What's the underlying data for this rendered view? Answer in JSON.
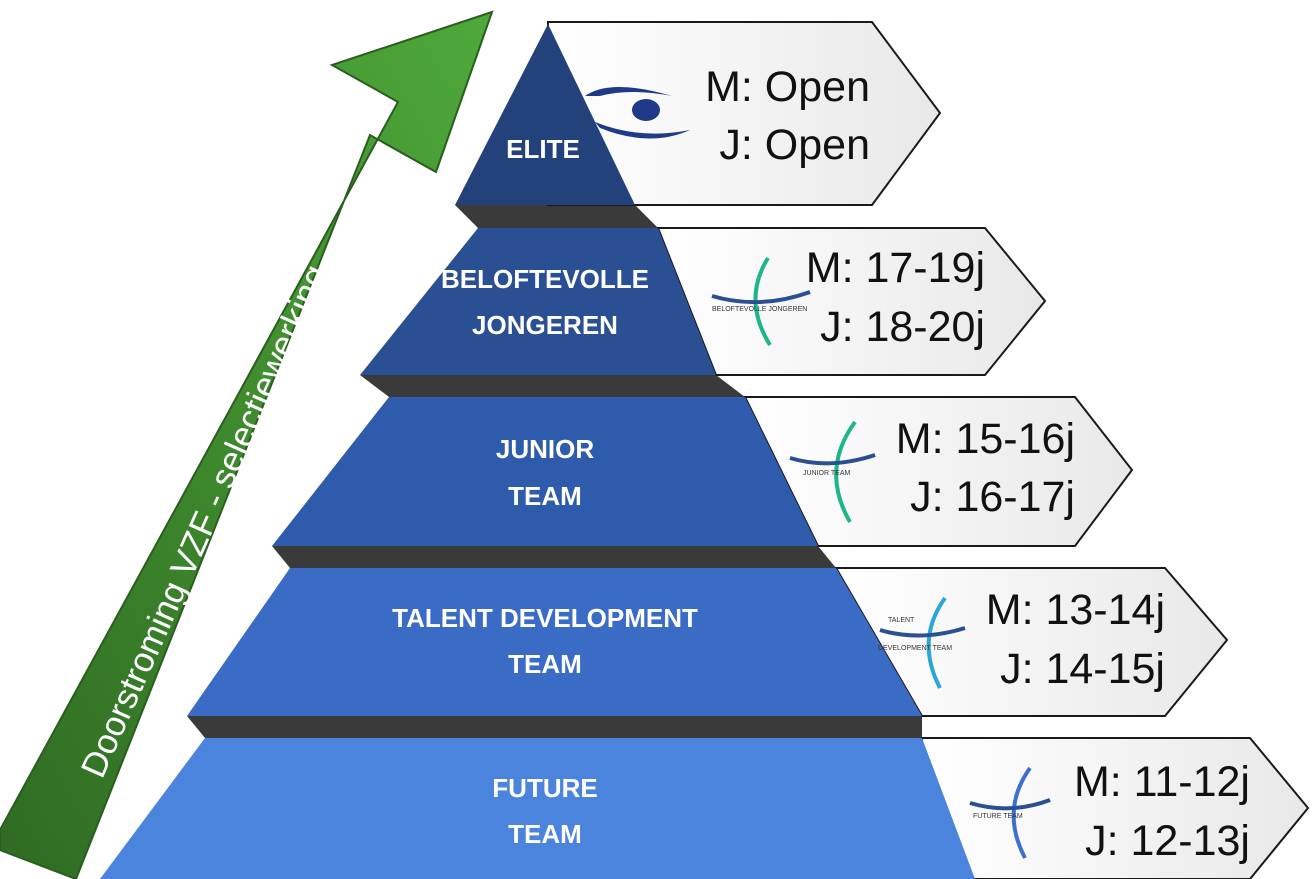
{
  "arrow": {
    "label": "Doorstroming VZF - selectiewerking",
    "color": "#3e8e2f"
  },
  "tiers": [
    {
      "id": "elite",
      "label_lines": [
        "ELITE"
      ],
      "ages": [
        "M: Open",
        "J: Open"
      ],
      "logo_icon": "swimmer-swoosh-icon",
      "logo_text": [],
      "color": "#23417a"
    },
    {
      "id": "beloftevolle-jongeren",
      "label_lines": [
        "BELOFTEVOLLE",
        "JONGEREN"
      ],
      "ages": [
        "M: 17-19j",
        "J: 18-20j"
      ],
      "logo_icon": "swimmer-arc-icon",
      "logo_text": [
        "BELOFTEVOLLE JONGEREN"
      ],
      "color": "#2a4f92"
    },
    {
      "id": "junior-team",
      "label_lines": [
        "JUNIOR",
        "TEAM"
      ],
      "ages": [
        "M: 15-16j",
        "J: 16-17j"
      ],
      "logo_icon": "swimmer-arc-icon",
      "logo_text": [
        "JUNIOR TEAM"
      ],
      "color": "#2f5bac"
    },
    {
      "id": "talent-development-team",
      "label_lines": [
        "TALENT DEVELOPMENT",
        "TEAM"
      ],
      "ages": [
        "M: 13-14j",
        "J: 14-15j"
      ],
      "logo_icon": "swimmer-arc-icon",
      "logo_text": [
        "TALENT",
        "DEVELOPMENT TEAM"
      ],
      "color": "#3a6cc5"
    },
    {
      "id": "future-team",
      "label_lines": [
        "FUTURE",
        "TEAM"
      ],
      "ages": [
        "M: 11-12j",
        "J: 12-13j"
      ],
      "logo_icon": "swimmer-arc-icon",
      "logo_text": [
        "FUTURE TEAM"
      ],
      "color": "#4a84dc"
    }
  ]
}
